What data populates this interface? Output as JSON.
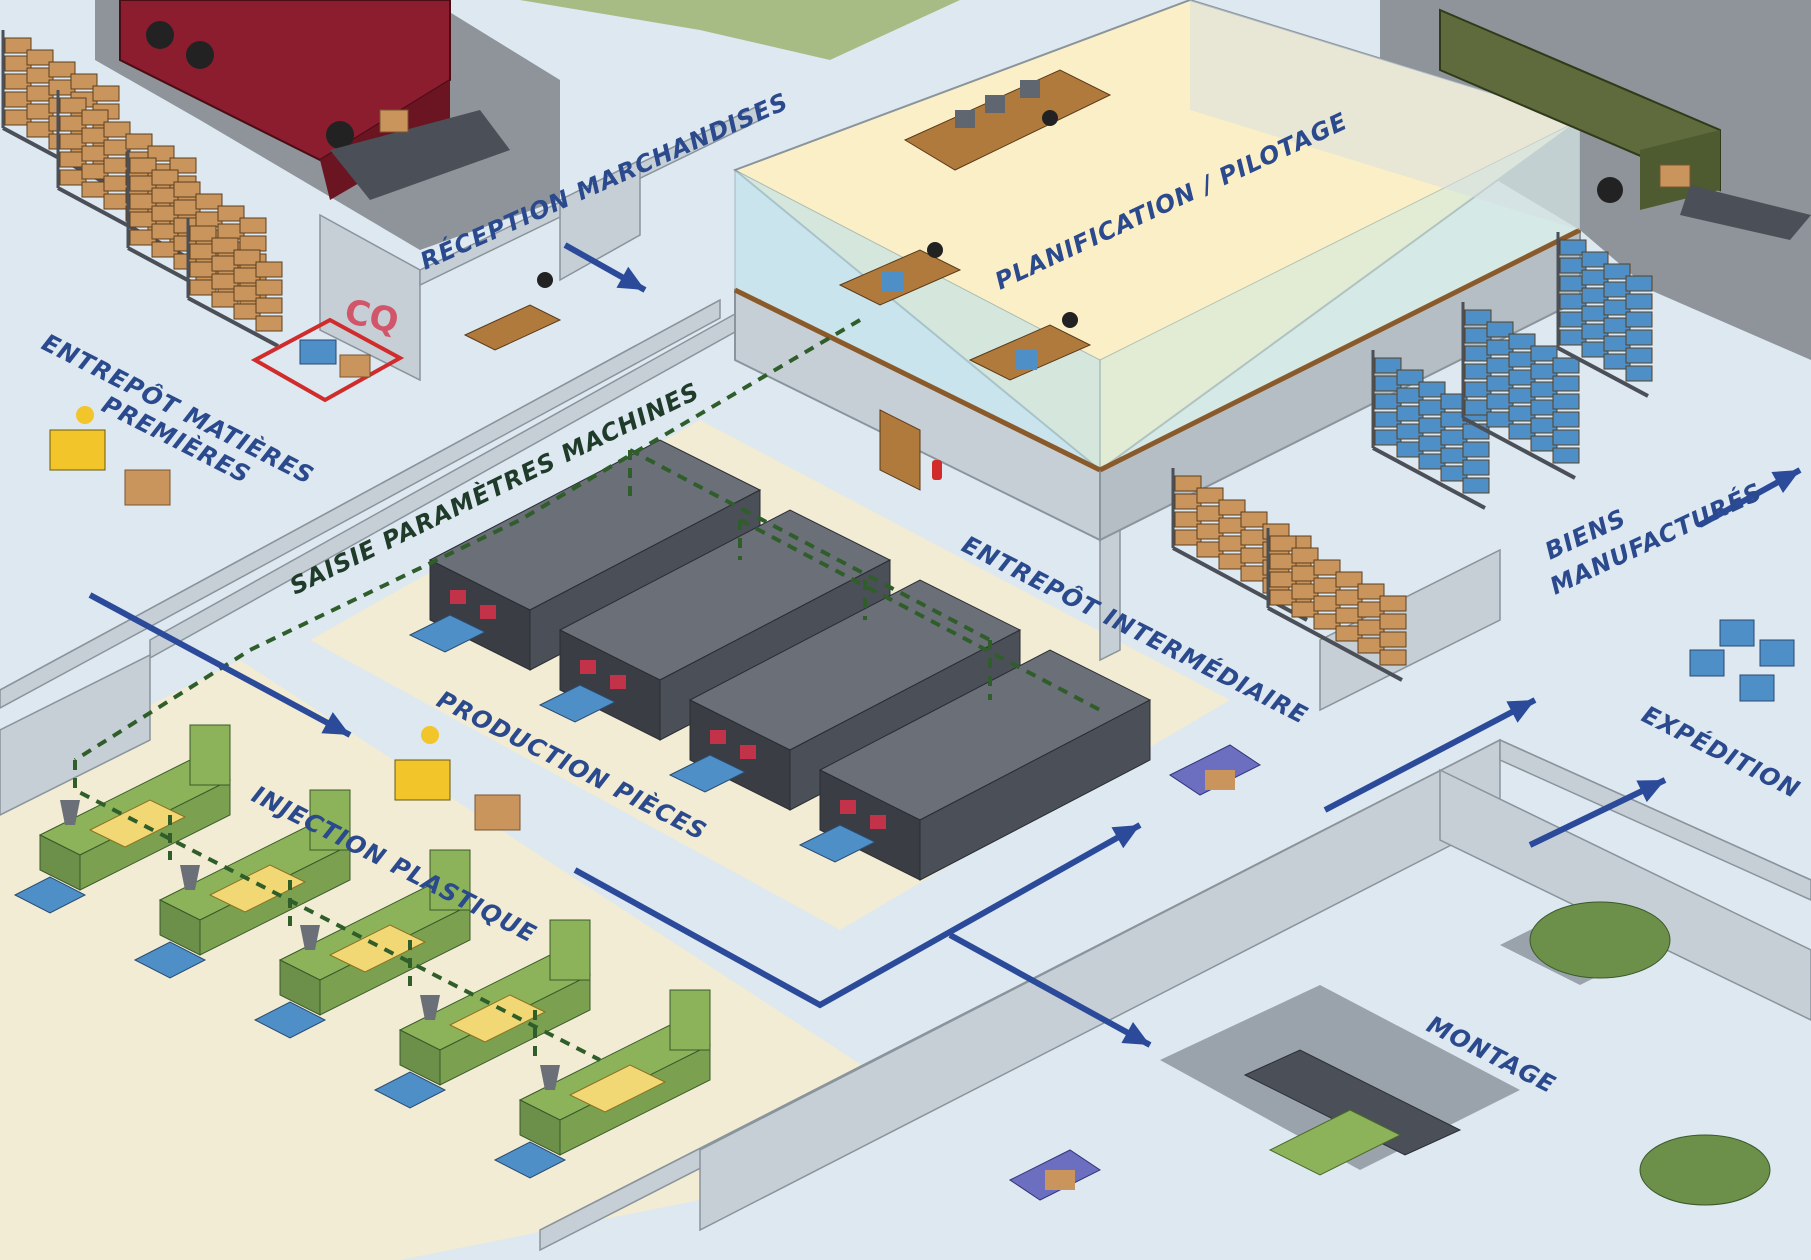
{
  "zones": {
    "reception": "RÉCEPTION MARCHANDISES",
    "cq": "CQ",
    "raw_line1": "ENTREPÔT MATIÈRES",
    "raw_line2": "PREMIÈRES",
    "planning": "PLANIFICATION / PILOTAGE",
    "machine_params": "SAISIE PARAMÈTRES MACHINES",
    "parts_production": "PRODUCTION PIÈCES",
    "intermediate": "ENTREPÔT INTERMÉDIAIRE",
    "finished_line1": "BIENS",
    "finished_line2": "MANUFACTURÉS",
    "shipping": "EXPÉDITION",
    "injection": "INJECTION PLASTIQUE",
    "assembly": "MONTAGE"
  },
  "colors": {
    "floor": "#dde8f0",
    "wall_top": "#ffffff",
    "wall_side": "#c7cfd6",
    "label": "#2b4a8e",
    "arrow": "#2b4a9a",
    "production_zone": "#f1ecd3",
    "injection_zone": "#f1ecd3",
    "office_floor": "#fbefc7",
    "truck_red": "#8c1d2e",
    "truck_green": "#5f6b3c",
    "machine_dark": "#4b4f57",
    "machine_green": "#8cb35a",
    "machine_yellow": "#f2d874",
    "box": "#c9955c",
    "box_blue": "#4e8fc7",
    "network_dash": "#2f5e2a"
  }
}
